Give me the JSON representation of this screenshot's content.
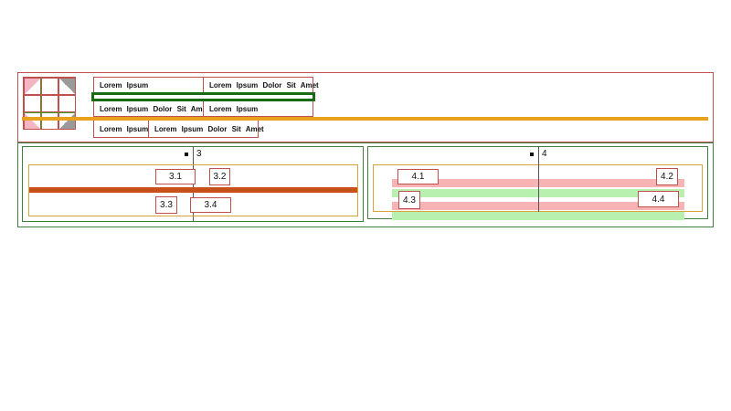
{
  "top": {
    "row1": [
      "Lorem  Ipsum",
      "Lorem  Ipsum  Dolor  Sit  Amet"
    ],
    "row2": [
      "Lorem  Ipsum  Dolor  Sit  Amet",
      "Lorem  Ipsum"
    ],
    "row3": [
      "Lorem  Ipsum",
      "Lorem  Ipsum  Dolor  Sit  Amet"
    ]
  },
  "section3": {
    "heading": "3",
    "items": [
      "3.1",
      "3.2",
      "3.3",
      "3.4"
    ]
  },
  "section4": {
    "heading": "4",
    "items": [
      "4.1",
      "4.2",
      "4.3",
      "4.4"
    ]
  },
  "colors": {
    "panel_border_red": "#c0504d",
    "panel_border_green": "#3f7f3f",
    "highlight_green": "#1a6b14",
    "orange_line": "#e8a11a",
    "rust_bar": "#c8501a",
    "inner_box_gold": "#d9a43a",
    "band_pink": "#f8b4b4",
    "band_green": "#b8f0b0"
  }
}
